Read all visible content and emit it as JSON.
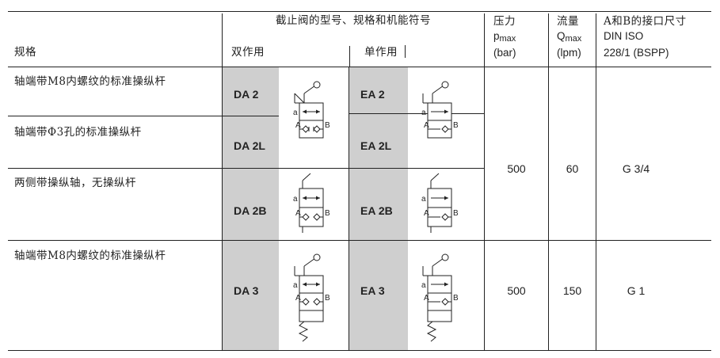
{
  "header": {
    "valve_title": "截止阀的型号、规格和机能符号",
    "spec": "规格",
    "double_acting": "双作用",
    "single_acting": "单作用",
    "pressure_zh": "压力",
    "pressure_sym": "p",
    "pressure_sub": "max",
    "pressure_unit": "(bar)",
    "flow_zh": "流量",
    "flow_sym": "Q",
    "flow_sub": "max",
    "flow_unit": "(lpm)",
    "port_zh": "A和B的接口尺寸",
    "port_std1": "DIN ISO",
    "port_std2": "228/1 (BSPP)"
  },
  "rows": [
    {
      "spec": "轴端带M8内螺纹的标准操纵杆",
      "da": "DA 2",
      "ea": "EA 2"
    },
    {
      "spec": "轴端带Φ3孔的标准操纵杆",
      "da": "DA 2L",
      "ea": "EA 2L"
    },
    {
      "spec": "两侧带操纵轴，无操纵杆",
      "da": "DA 2B",
      "ea": "EA 2B"
    },
    {
      "spec": "轴端带M8内螺纹的标准操纵杆",
      "da": "DA 3",
      "ea": "EA 3"
    }
  ],
  "group1": {
    "pressure": "500",
    "flow": "60",
    "port": "G 3/4"
  },
  "group2": {
    "pressure": "500",
    "flow": "150",
    "port": "G 1"
  },
  "symbol_labels": {
    "a": "a",
    "A": "A",
    "B": "B"
  }
}
